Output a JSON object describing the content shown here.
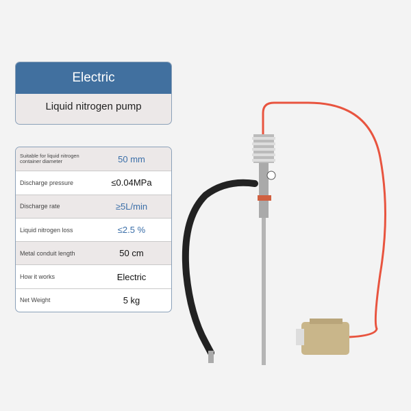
{
  "header": {
    "category": "Electric",
    "product": "Liquid nitrogen pump"
  },
  "specs": [
    {
      "label": "Suitable for liquid nitrogen container diameter",
      "value": "50 mm"
    },
    {
      "label": "Discharge pressure",
      "value": "≤0.04MPa"
    },
    {
      "label": "Discharge rate",
      "value": "≥5L/min"
    },
    {
      "label": "Liquid nitrogen loss",
      "value": "≤2.5 %"
    },
    {
      "label": "Metal conduit length",
      "value": "50 cm"
    },
    {
      "label": "How it works",
      "value": "Electric"
    },
    {
      "label": "Net Weight",
      "value": "5 kg"
    }
  ],
  "colors": {
    "header_bg": "#41709f",
    "value_blue": "#3a6ea8",
    "hose_red": "#e8543f"
  }
}
